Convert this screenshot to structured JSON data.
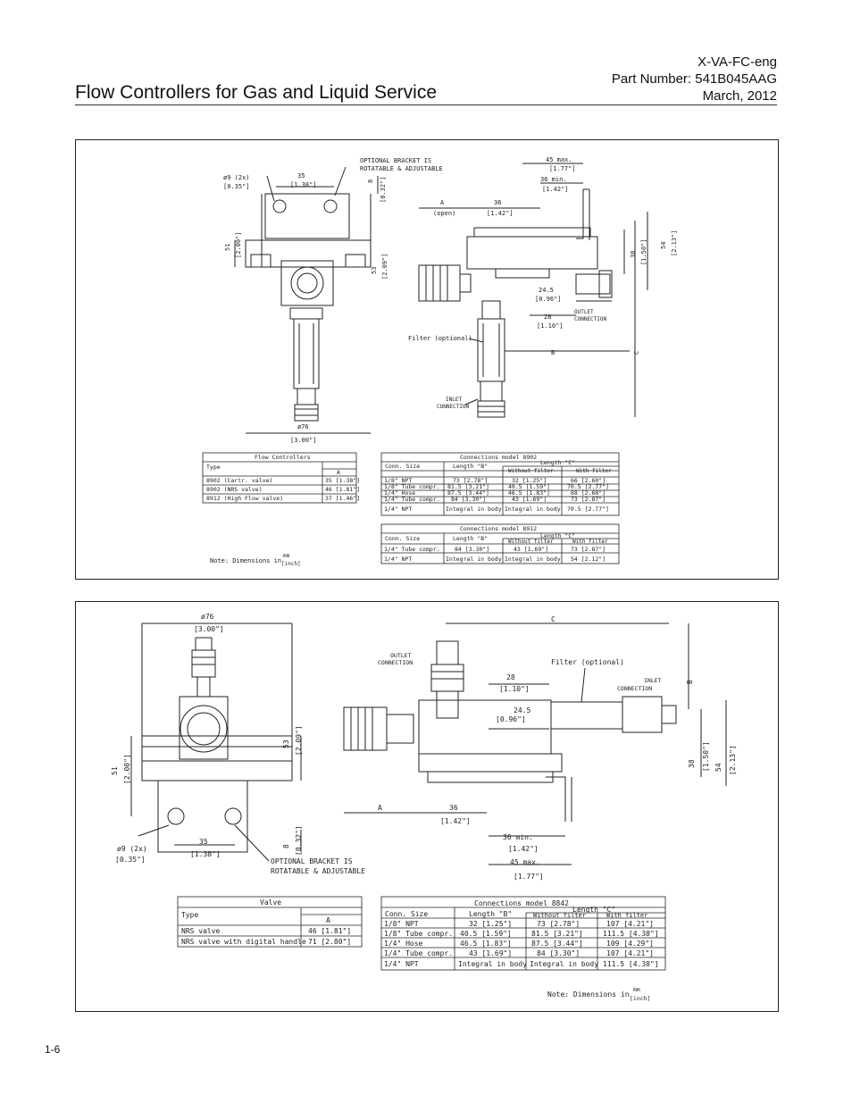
{
  "header": {
    "title": "Flow Controllers for Gas and Liquid Service",
    "doc_code": "X-VA-FC-eng",
    "part_number": "Part Number: 541B045AAG",
    "date": "March, 2012"
  },
  "page_number": "1-6",
  "drawing1": {
    "labels": {
      "d9": "ø9 (2x)",
      "d9_in": "[0.35\"]",
      "w35": "35",
      "w35_in": "[1.38\"]",
      "bracket1": "OPTIONAL BRACKET IS",
      "bracket2": "ROTATABLE & ADJUSTABLE",
      "h8": "8",
      "h8_in": "[0.32\"]",
      "h51": "51",
      "h51_in": "[2.00\"]",
      "h53": "53",
      "h53_in": "[2.09\"]",
      "d76": "ø76",
      "d76_in": "[3.00\"]",
      "a": "A",
      "a_open": "(open)",
      "w36": "36",
      "w36_in": "[1.42\"]",
      "max45": "45 max.",
      "max45_in": "[1.77\"]",
      "min36": "36 min.",
      "min36_in": "[1.42\"]",
      "h38": "38",
      "h38_in": "[1.50\"]",
      "h54": "54",
      "h54_in": "[2.13\"]",
      "d24": "24.5",
      "d24_in": "[0.96\"]",
      "d28": "28",
      "d28_in": "[1.10\"]",
      "outlet1": "OUTLET",
      "outlet2": "CONNECTION",
      "filter": "Filter (optional)",
      "b": "B",
      "c": "C",
      "inlet1": "INLET",
      "inlet2": "CONNECTION"
    },
    "table_fc": {
      "title": "Flow Controllers",
      "h1": "Type",
      "h2": "A",
      "rows": [
        [
          "8902 (Cartr. valve)",
          "35 [1.38\"]"
        ],
        [
          "8902 (NRS valve)",
          "46 [1.81\"]"
        ],
        [
          "8912 (High Flow valve)",
          "37 [1.46\"]"
        ]
      ]
    },
    "table_8902": {
      "title": "Connections model 8902",
      "h1": "Conn. Size",
      "h2": "Length \"B\"",
      "h3": "Length \"C\"",
      "h3a": "Without filter",
      "h3b": "With filter",
      "rows": [
        [
          "1/8\" NPT",
          "73 [2.78\"]",
          "32 [1.25\"]",
          "66 [2.60\"]"
        ],
        [
          "1/8\" Tube compr.",
          "81.5 [3.21\"]",
          "40.5 [1.59\"]",
          "70.5 [2.77\"]"
        ],
        [
          "1/4\" Hose",
          "87.5 [3.44\"]",
          "46.5 [1.83\"]",
          "68 [2.68\"]"
        ],
        [
          "1/4\" Tube compr.",
          "84 [3.30\"]",
          "43 [1.69\"]",
          "73 [2.87\"]"
        ],
        [
          "1/4\" NPT",
          "Integral in body",
          "Integral in body",
          "70.5 [2.77\"]"
        ]
      ]
    },
    "table_8912": {
      "title": "Connections model 8912",
      "h1": "Conn. Size",
      "h2": "Length \"B\"",
      "h3": "Length \"C\"",
      "h3a": "Without filter",
      "h3b": "With filter",
      "rows": [
        [
          "1/4\" Tube compr.",
          "84 [3.30\"]",
          "43 [1.69\"]",
          "73 [2.87\"]"
        ],
        [
          "1/4\" NPT",
          "Integral in body",
          "Integral in body",
          "54 [2.12\"]"
        ]
      ]
    },
    "note": "Note: Dimensions in",
    "note_mm": "mm",
    "note_inch": "[inch]"
  },
  "drawing2": {
    "labels": {
      "d76": "ø76",
      "d76_in": "[3.00\"]",
      "h53": "53",
      "h53_in": "[2.09\"]",
      "h51": "51",
      "h51_in": "[2.00\"]",
      "h8": "8",
      "h8_in": "[0.32\"]",
      "d9": "ø9 (2x)",
      "d9_in": "[0.35\"]",
      "w35": "35",
      "w35_in": "[1.38\"]",
      "bracket1": "OPTIONAL BRACKET IS",
      "bracket2": "ROTATABLE & ADJUSTABLE",
      "outlet1": "OUTLET",
      "outlet2": "CONNECTION",
      "c": "C",
      "filter": "Filter (optional)",
      "inlet1": "INLET",
      "inlet2": "CONNECTION",
      "b": "B",
      "d28": "28",
      "d28_in": "[1.10\"]",
      "d24": "24.5",
      "d24_in": "[0.96\"]",
      "h38": "38",
      "h38_in": "[1.50\"]",
      "h54": "54",
      "h54_in": "[2.13\"]",
      "a": "A",
      "w36": "36",
      "w36_in": "[1.42\"]",
      "min36": "36 min.",
      "min36_in": "[1.42\"]",
      "max45": "45 max.",
      "max45_in": "[1.77\"]"
    },
    "table_valve": {
      "title": "Valve",
      "h1": "Type",
      "h2": "A",
      "rows": [
        [
          "NRS valve",
          "46 [1.81\"]"
        ],
        [
          "NRS valve with digital handle",
          "71 [2.80\"]"
        ]
      ]
    },
    "table_8842": {
      "title": "Connections model 8842",
      "h1": "Conn. Size",
      "h2": "Length \"B\"",
      "h3": "Length \"C\"",
      "h3a": "Without filter",
      "h3b": "With filter",
      "rows": [
        [
          "1/8\" NPT",
          "32 [1.25\"]",
          "73 [2.78\"]",
          "107 [4.21\"]"
        ],
        [
          "1/8\" Tube compr.",
          "40.5 [1.59\"]",
          "81.5 [3.21\"]",
          "111.5 [4.38\"]"
        ],
        [
          "1/4\" Hose",
          "46.5 [1.83\"]",
          "87.5 [3.44\"]",
          "109 [4.29\"]"
        ],
        [
          "1/4\" Tube compr.",
          "43 [1.69\"]",
          "84 [3.30\"]",
          "107 [4.21\"]"
        ],
        [
          "1/4\" NPT",
          "Integral in body",
          "Integral in body",
          "111.5 [4.38\"]"
        ]
      ]
    },
    "note": "Note: Dimensions in",
    "note_mm": "mm",
    "note_inch": "[inch]"
  }
}
